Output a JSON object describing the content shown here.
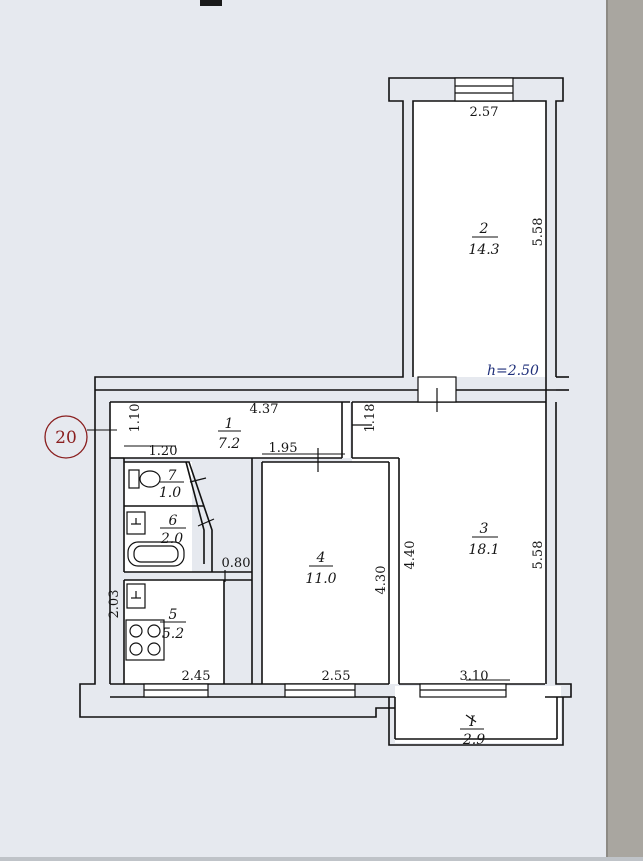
{
  "floor_plan": {
    "apartment_number": "20",
    "ceiling_height": "h=2.50",
    "rooms": [
      {
        "id": "r1",
        "number": "1",
        "area": "7.2"
      },
      {
        "id": "r2",
        "number": "2",
        "area": "14.3"
      },
      {
        "id": "r3",
        "number": "3",
        "area": "18.1"
      },
      {
        "id": "r4",
        "number": "4",
        "area": "11.0"
      },
      {
        "id": "r5",
        "number": "5",
        "area": "5.2"
      },
      {
        "id": "r6",
        "number": "6",
        "area": "2.0"
      },
      {
        "id": "r7",
        "number": "7",
        "area": "1.0"
      },
      {
        "id": "balcony",
        "number": "I",
        "area": "2.9"
      }
    ],
    "dimensions": {
      "room2_width": "2.57",
      "room2_length": "5.58",
      "hall_width": "4.37",
      "hall_depth": "1.10",
      "hall_inner_width": "1.20",
      "door_wall": "1.18",
      "room4_top": "1.95",
      "room4_length": "4.30",
      "room4_bottom": "2.55",
      "room3_left": "4.40",
      "room3_length": "5.58",
      "room3_bottom": "3.10",
      "kitchen_depth": "2.03",
      "kitchen_width": "2.45",
      "corridor_width": "0.80"
    }
  }
}
